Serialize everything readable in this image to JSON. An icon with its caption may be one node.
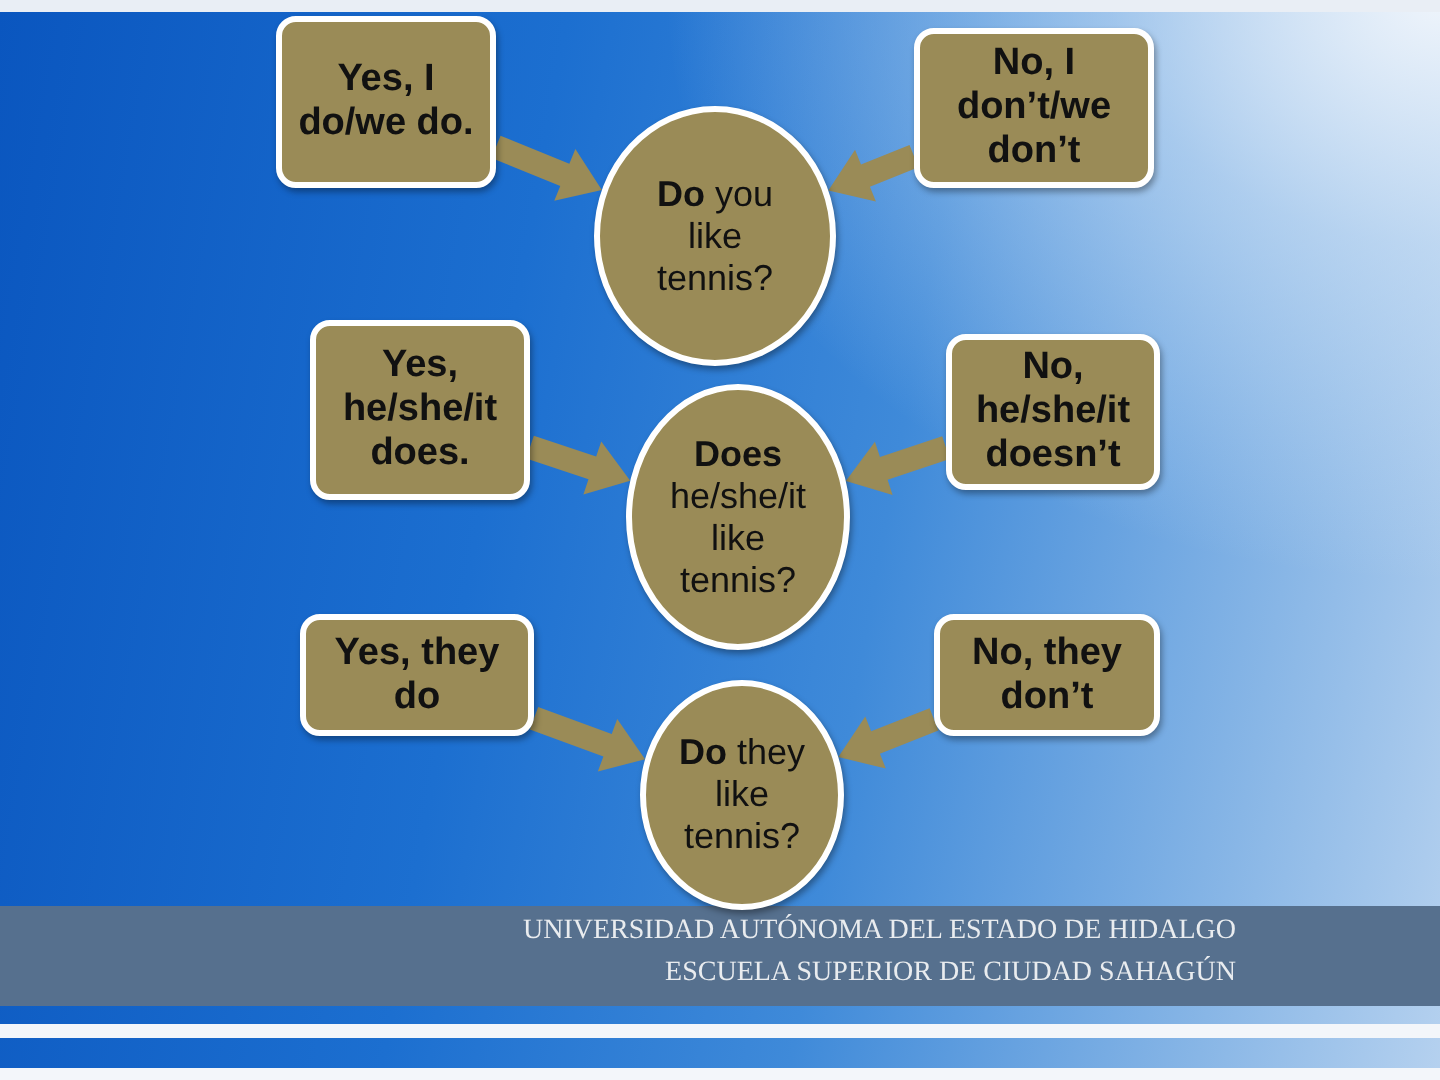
{
  "diagram": {
    "nodes": [
      {
        "text": [
          "Yes, I do/we do."
        ]
      },
      {
        "text": [
          "No, I don’t/we don’t"
        ]
      },
      {
        "text": [
          "**Do** you like tennis?"
        ]
      },
      {
        "text": [
          "Yes, he/she/it does."
        ]
      },
      {
        "text": [
          "**Does** he/she/it like tennis?"
        ]
      },
      {
        "text": [
          "No, he/she/it doesn’t"
        ]
      },
      {
        "text": [
          "Yes, they do"
        ]
      },
      {
        "text": [
          "No, they don’t"
        ]
      },
      {
        "text": [
          "**Do** they like tennis?"
        ]
      }
    ],
    "edges": [
      {
        "from": 0,
        "to": 2,
        "arrow": "to",
        "style": "thick"
      },
      {
        "from": 1,
        "to": 2,
        "arrow": "to",
        "style": "thick"
      },
      {
        "from": 3,
        "to": 4,
        "arrow": "to",
        "style": "thick"
      },
      {
        "from": 5,
        "to": 4,
        "arrow": "to",
        "style": "thick"
      },
      {
        "from": 6,
        "to": 8,
        "arrow": "to",
        "style": "thick"
      },
      {
        "from": 7,
        "to": 8,
        "arrow": "to",
        "style": "thick"
      }
    ],
    "labels": [
      "UNIVERSIDAD AUTÓNOMA DEL ESTADO DE HIDALGO",
      "ESCUELA SUPERIOR DE CIUDAD SAHAGÚN"
    ]
  }
}
